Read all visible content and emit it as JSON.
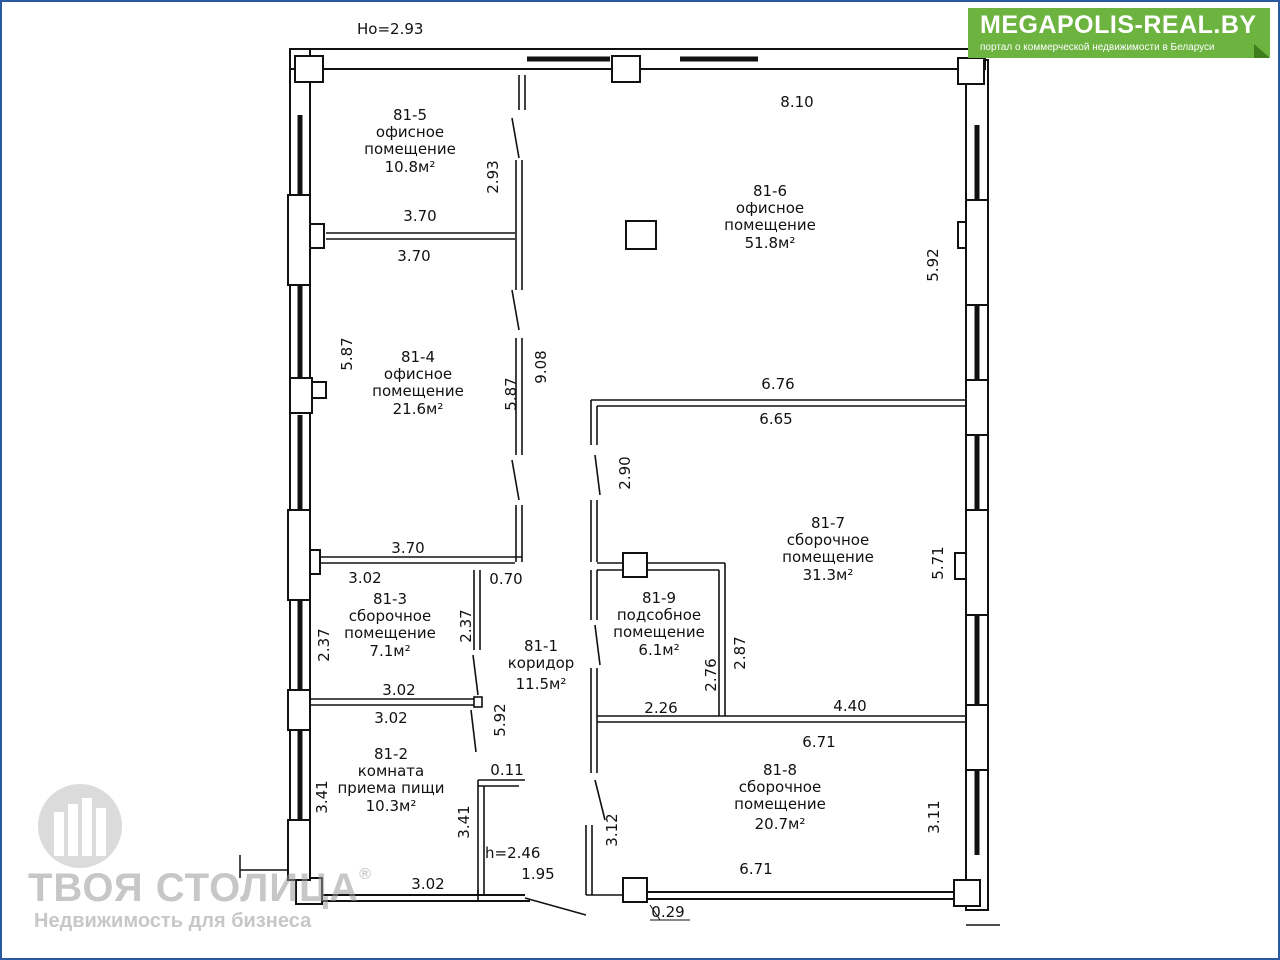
{
  "height_note": "Ho=2.93",
  "corridor_height": "h=2.46",
  "area_unit": "м²",
  "brand": {
    "title": "MEGAPOLIS-REAL.BY",
    "subtitle": "портал о коммерческой недвижимости в Беларуси",
    "color": "#6cb33f"
  },
  "watermark": {
    "name": "ТВОЯ СТОЛИЦА",
    "registered": "®",
    "tagline": "Недвижимость для бизнеса",
    "logo_icon": "building-logo-icon"
  },
  "rooms": [
    {
      "id": "81-5",
      "type": [
        "офисное",
        "помещение"
      ],
      "area": "10.8м²"
    },
    {
      "id": "81-6",
      "type": [
        "офисное",
        "помещение"
      ],
      "area": "51.8м²"
    },
    {
      "id": "81-4",
      "type": [
        "офисное",
        "помещение"
      ],
      "area": "21.6м²"
    },
    {
      "id": "81-7",
      "type": [
        "сборочное",
        "помещение"
      ],
      "area": "31.3м²"
    },
    {
      "id": "81-3",
      "type": [
        "сборочное",
        "помещение"
      ],
      "area": "7.1м²"
    },
    {
      "id": "81-9",
      "type": [
        "подсобное",
        "помещение"
      ],
      "area": "6.1м²"
    },
    {
      "id": "81-1",
      "type": [
        "коридор"
      ],
      "area": "11.5м²"
    },
    {
      "id": "81-2",
      "type": [
        "комната",
        "приема пищи"
      ],
      "area": "10.3м²"
    },
    {
      "id": "81-8",
      "type": [
        "сборочное",
        "помещение"
      ],
      "area": "20.7м²"
    }
  ],
  "dimensions": [
    "8.10",
    "3.70",
    "3.70",
    "2.93",
    "5.92",
    "5.87",
    "5.87",
    "9.08",
    "6.76",
    "6.65",
    "3.70",
    "2.90",
    "5.71",
    "3.02",
    "0.70",
    "2.37",
    "2.37",
    "2.87",
    "2.76",
    "3.02",
    "3.02",
    "5.92",
    "2.26",
    "4.40",
    "6.71",
    "0.11",
    "3.41",
    "3.41",
    "3.12",
    "3.11",
    "3.02",
    "1.95",
    "6.71",
    "0.29"
  ]
}
